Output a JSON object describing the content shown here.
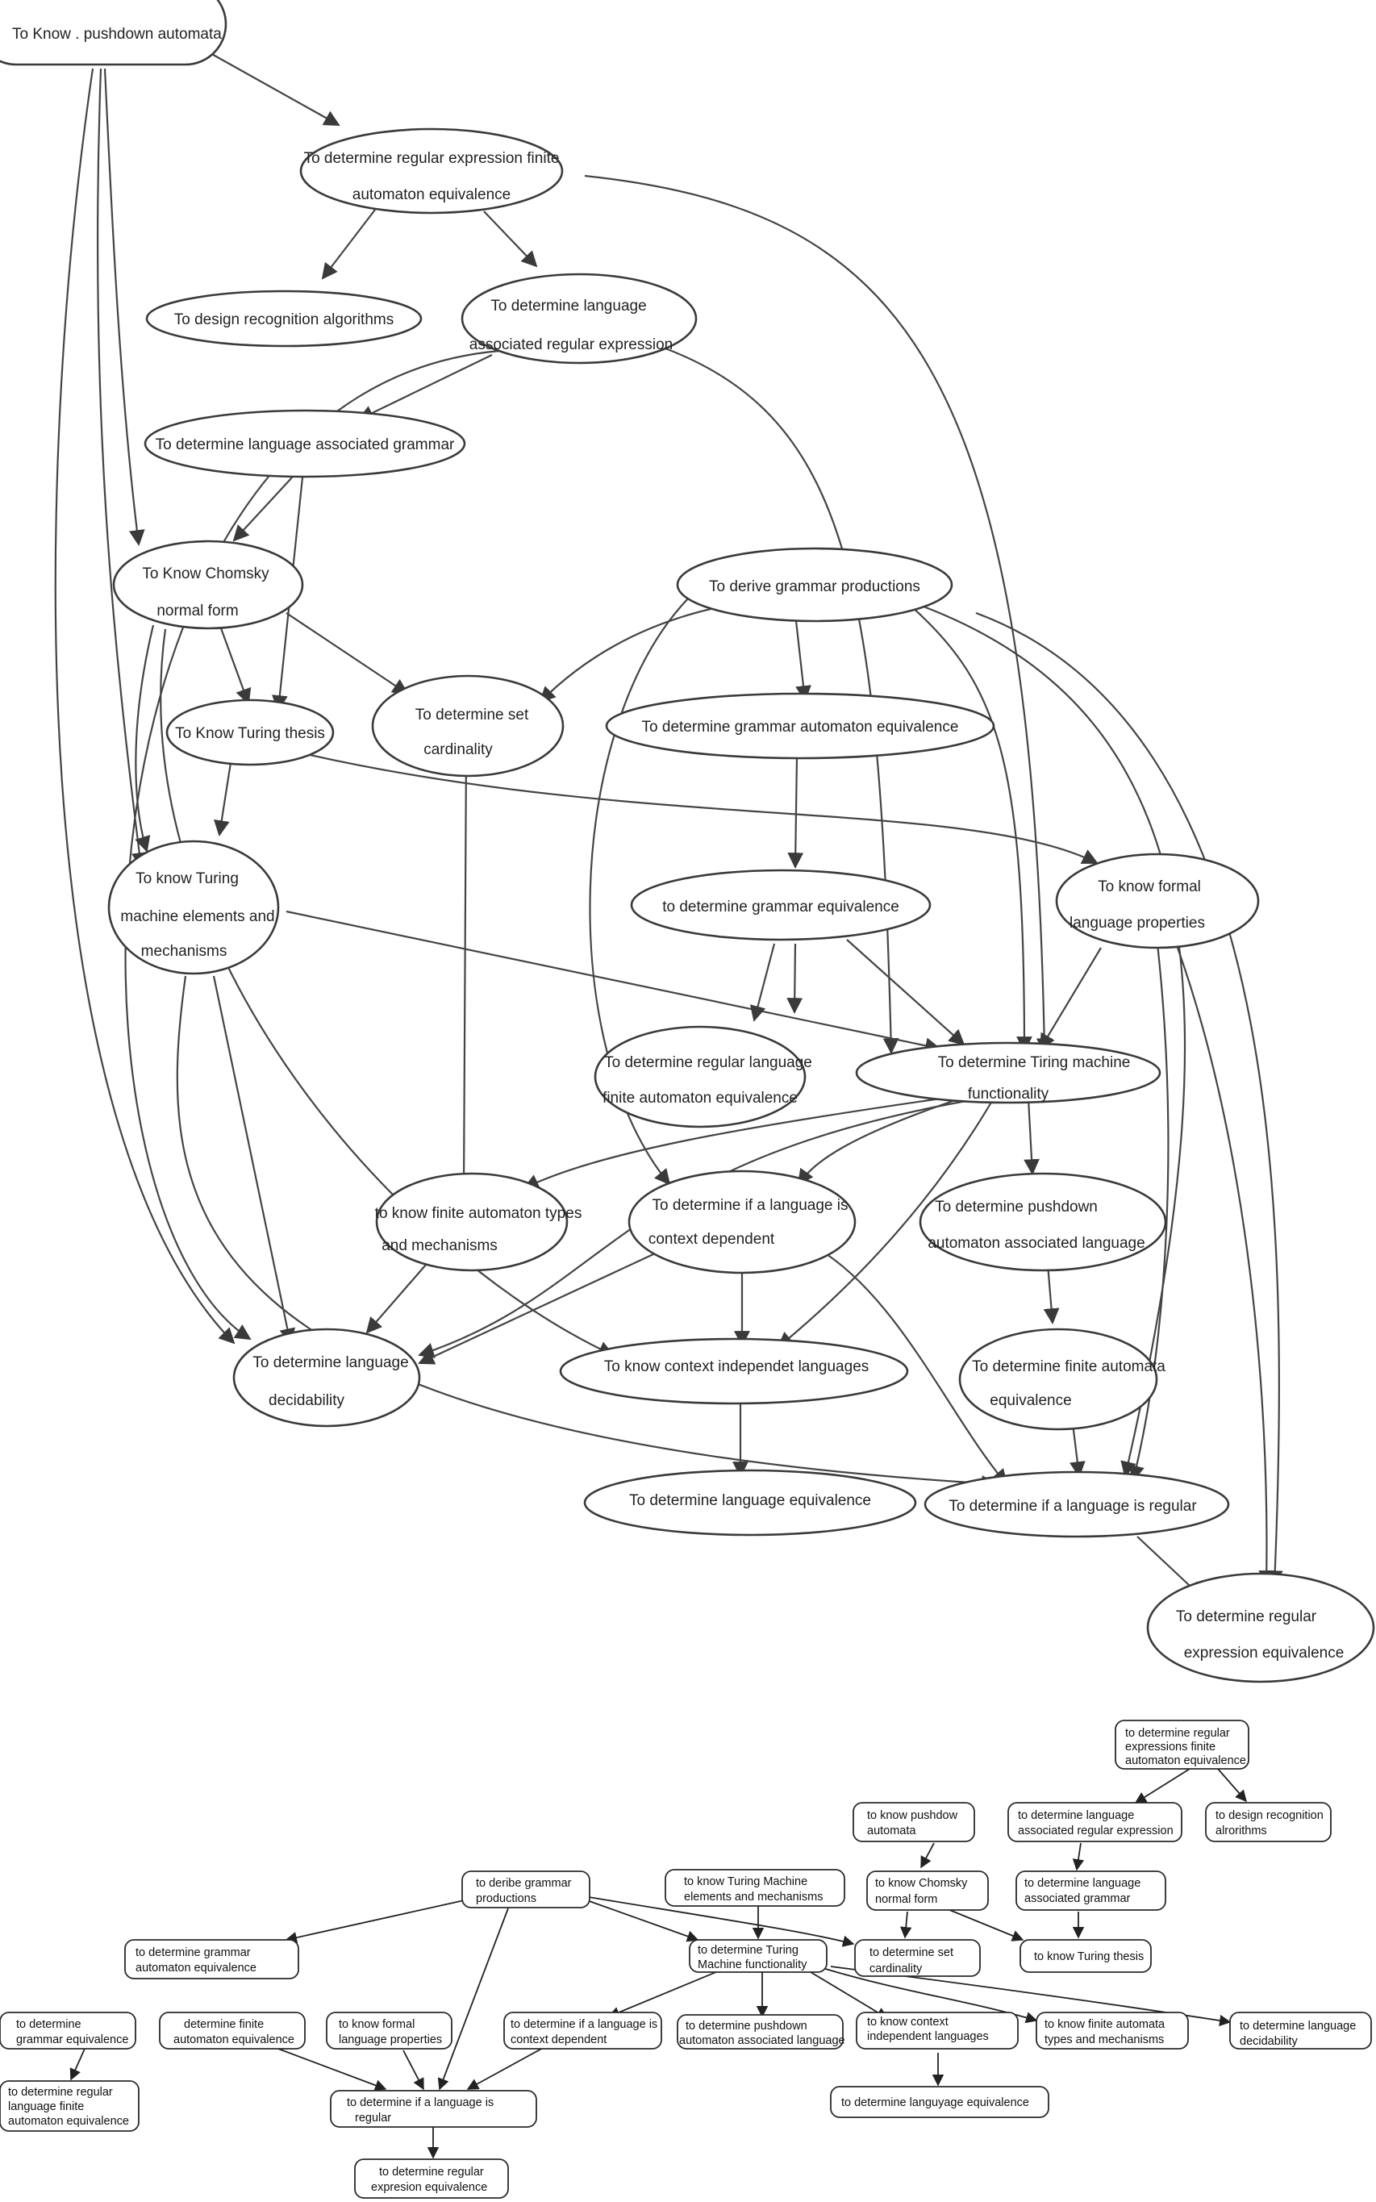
{
  "diagram1": {
    "nodes": [
      {
        "id": "pushdown",
        "lines": [
          "To Know   . pushdown automata"
        ]
      },
      {
        "id": "refa",
        "lines": [
          "To determine regular expression finite",
          "automaton equivalence"
        ]
      },
      {
        "id": "design",
        "lines": [
          "To design recognition algorithms"
        ]
      },
      {
        "id": "langre",
        "lines": [
          "To determine language",
          "associated regular expression"
        ]
      },
      {
        "id": "langgram",
        "lines": [
          "To determine language associated grammar"
        ]
      },
      {
        "id": "chomsky",
        "lines": [
          "To Know  Chomsky",
          "normal form"
        ]
      },
      {
        "id": "derive",
        "lines": [
          "To derive grammar productions"
        ]
      },
      {
        "id": "turingthesis",
        "lines": [
          "To Know  Turing thesis"
        ]
      },
      {
        "id": "setcard",
        "lines": [
          "To determine set",
          "cardinality"
        ]
      },
      {
        "id": "gramauto",
        "lines": [
          "To determine grammar automaton equivalence"
        ]
      },
      {
        "id": "tmelem",
        "lines": [
          "To know Turing",
          "machine elements and",
          "mechanisms"
        ]
      },
      {
        "id": "grameq",
        "lines": [
          "to determine grammar equivalence"
        ]
      },
      {
        "id": "formal",
        "lines": [
          "To know formal",
          "language properties"
        ]
      },
      {
        "id": "reglangfa",
        "lines": [
          "To determine regular language",
          "finite automaton equivalence"
        ]
      },
      {
        "id": "tmfunc",
        "lines": [
          "To determine Tiring machine",
          "functionality"
        ]
      },
      {
        "id": "fatypes",
        "lines": [
          "to know finite automaton types",
          "and mechanisms"
        ]
      },
      {
        "id": "ctxdep",
        "lines": [
          "To determine if a language is",
          "context dependent"
        ]
      },
      {
        "id": "pdalang",
        "lines": [
          "To determine pushdown",
          "automaton associated language"
        ]
      },
      {
        "id": "decid",
        "lines": [
          "To determine language",
          "decidability"
        ]
      },
      {
        "id": "ctxind",
        "lines": [
          "To know context independet languages"
        ]
      },
      {
        "id": "faeq",
        "lines": [
          "To determine finite automata",
          "equivalence"
        ]
      },
      {
        "id": "langeq",
        "lines": [
          "To determine language equivalence"
        ]
      },
      {
        "id": "isreg",
        "lines": [
          "To determine if a language is regular"
        ]
      },
      {
        "id": "regexeq",
        "lines": [
          "To determine regular",
          "expression  equivalence"
        ]
      }
    ]
  },
  "diagram2": {
    "nodes": [
      {
        "id": "b_refa",
        "lines": [
          "to determine regular",
          "expressions finite",
          "automaton equivalence"
        ]
      },
      {
        "id": "b_pda",
        "lines": [
          "to know pushdow",
          "automata"
        ]
      },
      {
        "id": "b_langre",
        "lines": [
          "to determine language",
          "associated regular expression"
        ]
      },
      {
        "id": "b_design",
        "lines": [
          "to design recognition",
          "alrorithms"
        ]
      },
      {
        "id": "b_derive",
        "lines": [
          "to deribe grammar",
          "productions"
        ]
      },
      {
        "id": "b_tmelem",
        "lines": [
          "to know Turing Machine",
          "elements and mechanisms"
        ]
      },
      {
        "id": "b_chomsky",
        "lines": [
          "to know Chomsky",
          "normal form"
        ]
      },
      {
        "id": "b_langgram",
        "lines": [
          "to determine language",
          "associated grammar"
        ]
      },
      {
        "id": "b_gramauto",
        "lines": [
          "to determine grammar",
          "automaton equivalence"
        ]
      },
      {
        "id": "b_tmfunc",
        "lines": [
          "to determine Turing",
          "Machine functionality"
        ]
      },
      {
        "id": "b_setcard",
        "lines": [
          "to determine set",
          "cardinality"
        ]
      },
      {
        "id": "b_turing",
        "lines": [
          "to know Turing thesis"
        ]
      },
      {
        "id": "b_grameq",
        "lines": [
          "to determine",
          "grammar equivalence"
        ]
      },
      {
        "id": "b_faeq",
        "lines": [
          "determine finite",
          "automaton equivalence"
        ]
      },
      {
        "id": "b_formal",
        "lines": [
          "to know formal",
          "language properties"
        ]
      },
      {
        "id": "b_ctxdep",
        "lines": [
          "to determine if a language is",
          "context dependent"
        ]
      },
      {
        "id": "b_pdalang",
        "lines": [
          "to determine pushdown",
          "automaton associated language"
        ]
      },
      {
        "id": "b_ctxind",
        "lines": [
          "to know context",
          "independent languages"
        ]
      },
      {
        "id": "b_fatypes",
        "lines": [
          "to know finite automata",
          "types and mechanisms"
        ]
      },
      {
        "id": "b_decid",
        "lines": [
          "to determine language",
          "decidability"
        ]
      },
      {
        "id": "b_reglangfa",
        "lines": [
          "to determine regular",
          "language finite",
          "automaton equivalence"
        ]
      },
      {
        "id": "b_isreg",
        "lines": [
          "to determine if a language is",
          "regular"
        ]
      },
      {
        "id": "b_langeq",
        "lines": [
          "to determine languyage equivalence"
        ]
      },
      {
        "id": "b_regexeq",
        "lines": [
          "to determine regular",
          "expresion equivalence"
        ]
      }
    ]
  }
}
